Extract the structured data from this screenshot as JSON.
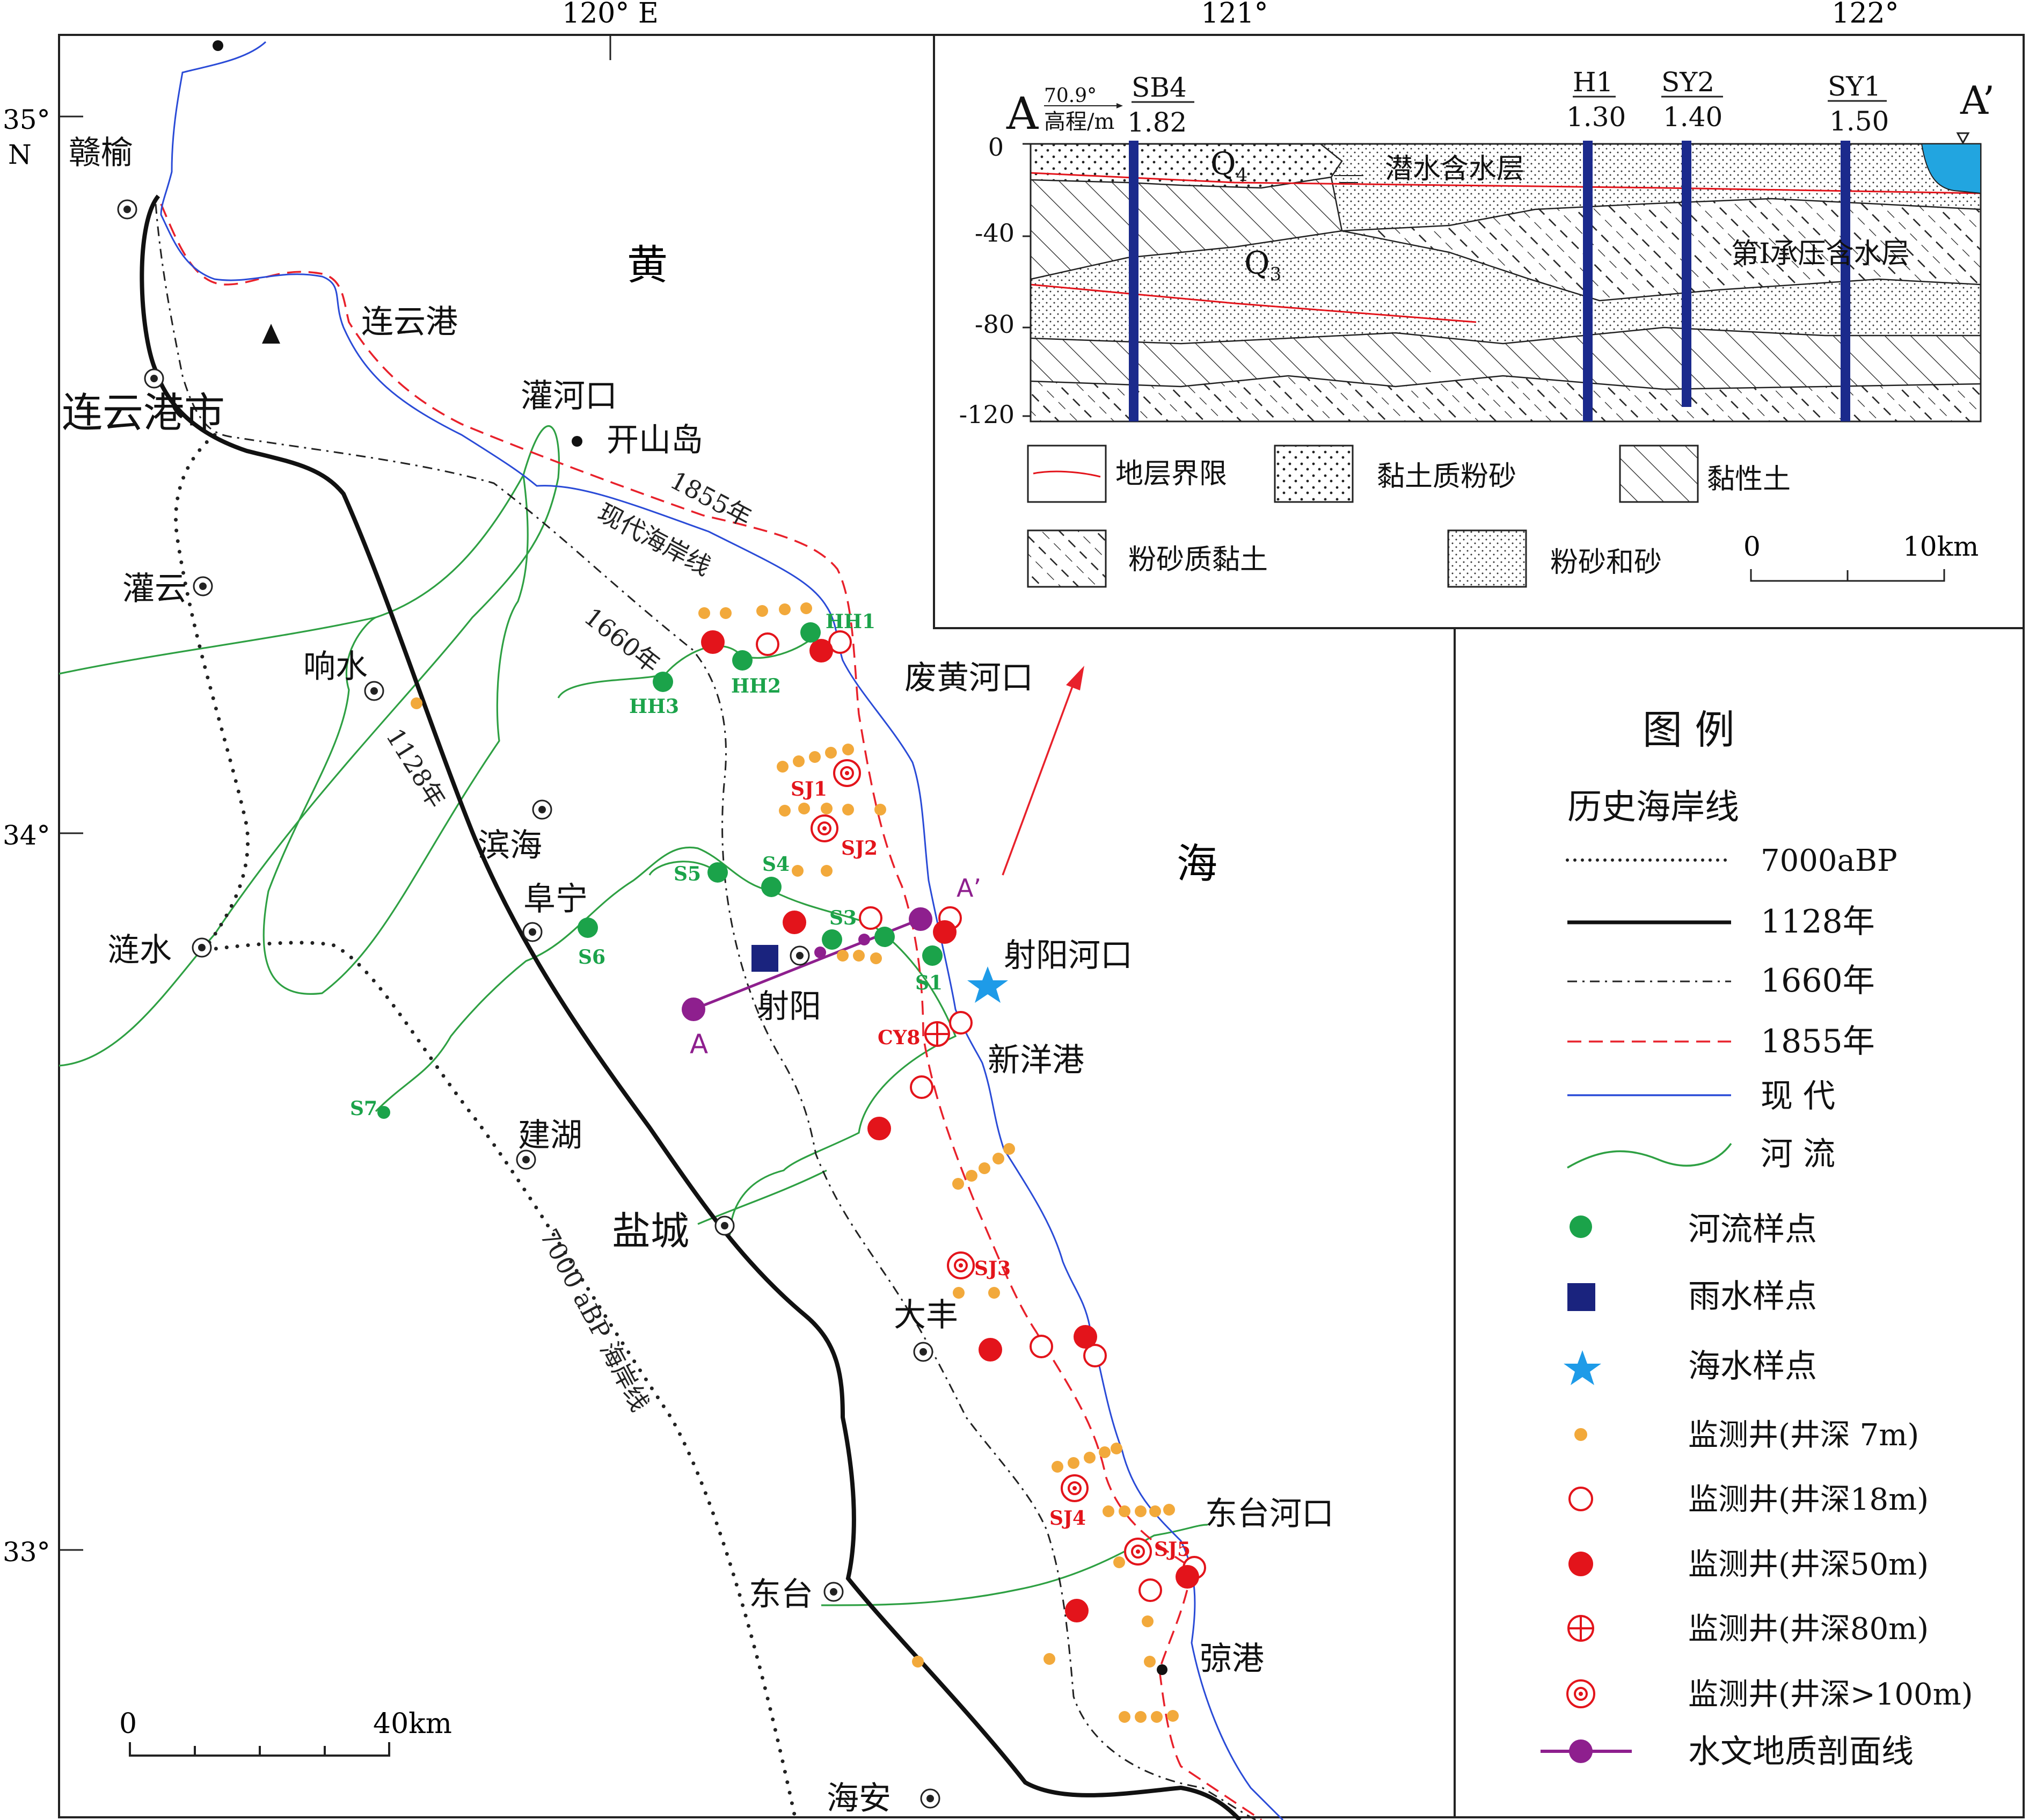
{
  "map": {
    "lon_labels": [
      "120° E",
      "121°",
      "122°"
    ],
    "lat_labels": [
      "35°",
      "N",
      "34°",
      "33°"
    ],
    "sea_labels": [
      "黄",
      "海"
    ],
    "scale_bar": {
      "start": "0",
      "end": "40km"
    },
    "places": [
      {
        "name": "赣榆"
      },
      {
        "name": "连云港"
      },
      {
        "name": "连云港市"
      },
      {
        "name": "灌河口"
      },
      {
        "name": "开山岛"
      },
      {
        "name": "灌云"
      },
      {
        "name": "响水"
      },
      {
        "name": "废黄河口"
      },
      {
        "name": "滨海"
      },
      {
        "name": "阜宁"
      },
      {
        "name": "涟水"
      },
      {
        "name": "射阳"
      },
      {
        "name": "射阳河口"
      },
      {
        "name": "新洋港"
      },
      {
        "name": "建湖"
      },
      {
        "name": "盐城"
      },
      {
        "name": "大丰"
      },
      {
        "name": "东台河口"
      },
      {
        "name": "东台"
      },
      {
        "name": "弶港"
      },
      {
        "name": "海安"
      }
    ],
    "shoreline_labels": [
      "1855年",
      "现代海岸线",
      "1660年",
      "1128年",
      "7000 aBP 海岸线"
    ],
    "river_samples": [
      "HH1",
      "HH2",
      "HH3",
      "S1",
      "S3",
      "S4",
      "S5",
      "S6",
      "S7"
    ],
    "well_labels": [
      "SJ1",
      "SJ2",
      "SJ3",
      "SJ4",
      "SJ5",
      "CY8"
    ],
    "profile_ends": [
      "A",
      "A’"
    ]
  },
  "section": {
    "left_end": "A",
    "right_end": "A’",
    "elev_caption_1": "70.9°",
    "elev_caption_2": "高程/m",
    "y_ticks": [
      "0",
      "-40",
      "-80",
      "-120"
    ],
    "wells": [
      {
        "name": "SB4",
        "elev": "1.82"
      },
      {
        "name": "H1",
        "elev": "1.30"
      },
      {
        "name": "SY2",
        "elev": "1.40"
      },
      {
        "name": "SY1",
        "elev": "1.50"
      }
    ],
    "labels": {
      "q4": "Q",
      "q4_sub": "4",
      "q3": "Q",
      "q3_sub": "3",
      "phreatic": "潜水含水层",
      "confined": "第Ⅰ承压含水层"
    },
    "legend": [
      "地层界限",
      "黏土质粉砂",
      "黏性土",
      "粉砂质黏土",
      "粉砂和砂"
    ],
    "scale": {
      "start": "0",
      "end": "10km"
    }
  },
  "legend": {
    "title": "图    例",
    "subtitle": "历史海岸线",
    "items": [
      {
        "label": "7000aBP"
      },
      {
        "label": "1128年"
      },
      {
        "label": "1660年"
      },
      {
        "label": "1855年"
      },
      {
        "label": "现    代"
      },
      {
        "label": "河    流"
      },
      {
        "label": "河流样点"
      },
      {
        "label": "雨水样点"
      },
      {
        "label": "海水样点"
      },
      {
        "label": "监测井(井深 7m)"
      },
      {
        "label": "监测井(井深18m)"
      },
      {
        "label": "监测井(井深50m)"
      },
      {
        "label": "监测井(井深80m)"
      },
      {
        "label": "监测井(井深>100m)"
      },
      {
        "label": "水文地质剖面线"
      }
    ]
  },
  "colors": {
    "river": "#2ea043",
    "river_sample": "#1ba34a",
    "modern_coast": "#2a4bd7",
    "coast_1855": "#e8212b",
    "well_red": "#e3141b",
    "well_orange": "#f2a93b",
    "rain": "#1a237e",
    "sea_star": "#1e9be8",
    "profile": "#8e1f8e",
    "section_well": "#1b2a8c",
    "water": "#22a5e0"
  }
}
